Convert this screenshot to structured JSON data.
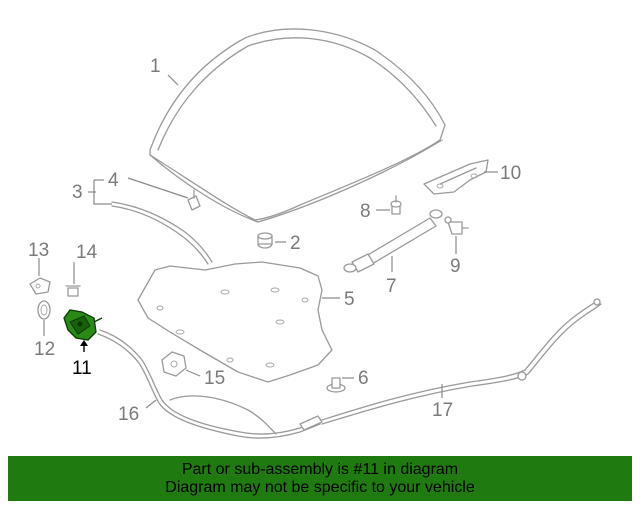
{
  "callouts": {
    "c1": "1",
    "c2": "2",
    "c3": "3",
    "c4": "4",
    "c5": "5",
    "c6": "6",
    "c7": "7",
    "c8": "8",
    "c9": "9",
    "c10": "10",
    "c11": "11",
    "c12": "12",
    "c13": "13",
    "c14": "14",
    "c15": "15",
    "c16": "16",
    "c17": "17"
  },
  "highlight": {
    "part": "11",
    "color": "#1f7a0f"
  },
  "banner": {
    "line1": "Part or sub-assembly is #11 in diagram",
    "line2": "Diagram may not be specific to your vehicle",
    "background": "#1f7a0f"
  }
}
